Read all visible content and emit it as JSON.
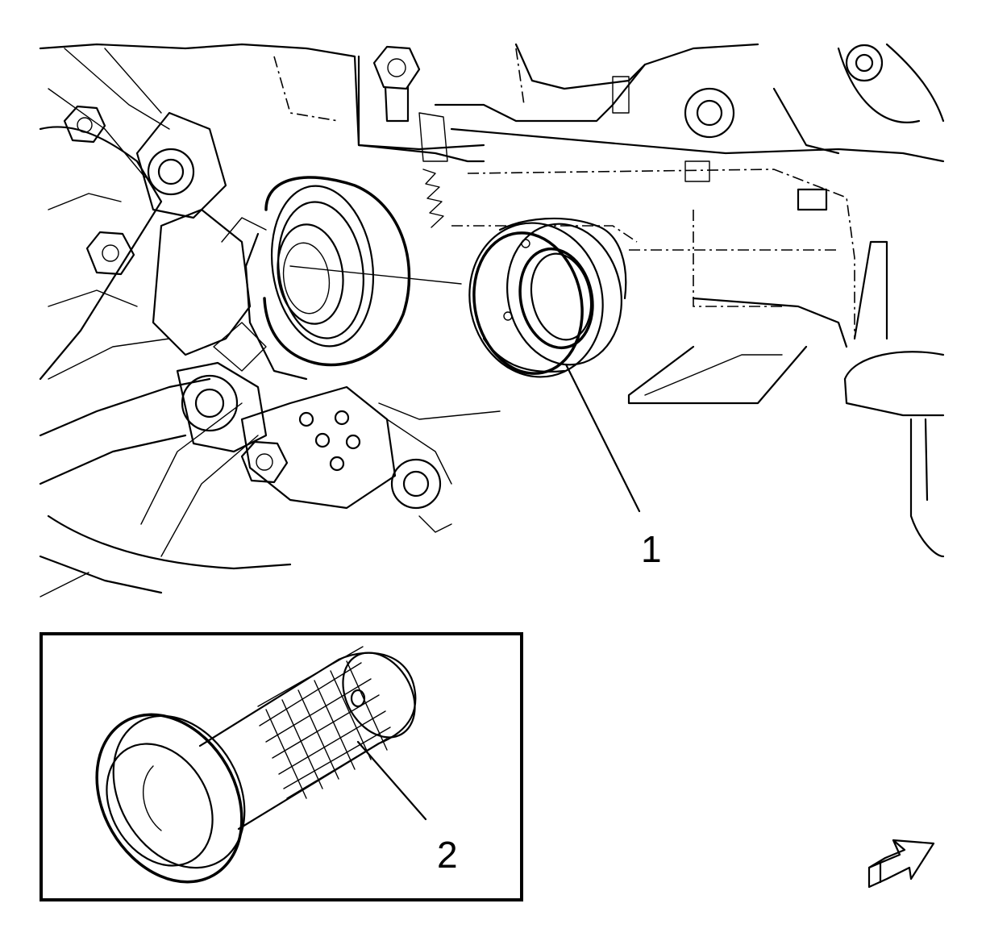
{
  "figure": {
    "background": "#ffffff",
    "line_color": "#000000",
    "callouts": [
      {
        "id": "callout-1",
        "label": "1"
      },
      {
        "id": "callout-2",
        "label": "2"
      }
    ],
    "icons": {
      "direction": "forward-arrow-icon"
    }
  }
}
